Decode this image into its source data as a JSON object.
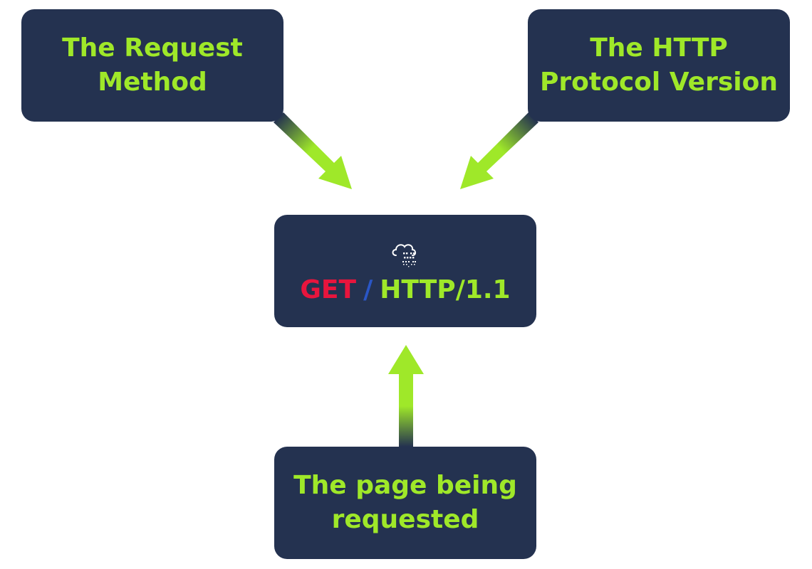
{
  "boxes": {
    "request_method": "The Request\nMethod",
    "protocol_version": "The HTTP\nProtocol Version",
    "page_requested": "The page being\nrequested"
  },
  "request_line": {
    "method": "GET",
    "path": "/",
    "version": "HTTP/1.1"
  },
  "icon": "cloud-binary-icon",
  "colors": {
    "box_background": "#243250",
    "label_green": "#9fe829",
    "method_red": "#e8153d",
    "path_blue": "#2a56c6"
  }
}
